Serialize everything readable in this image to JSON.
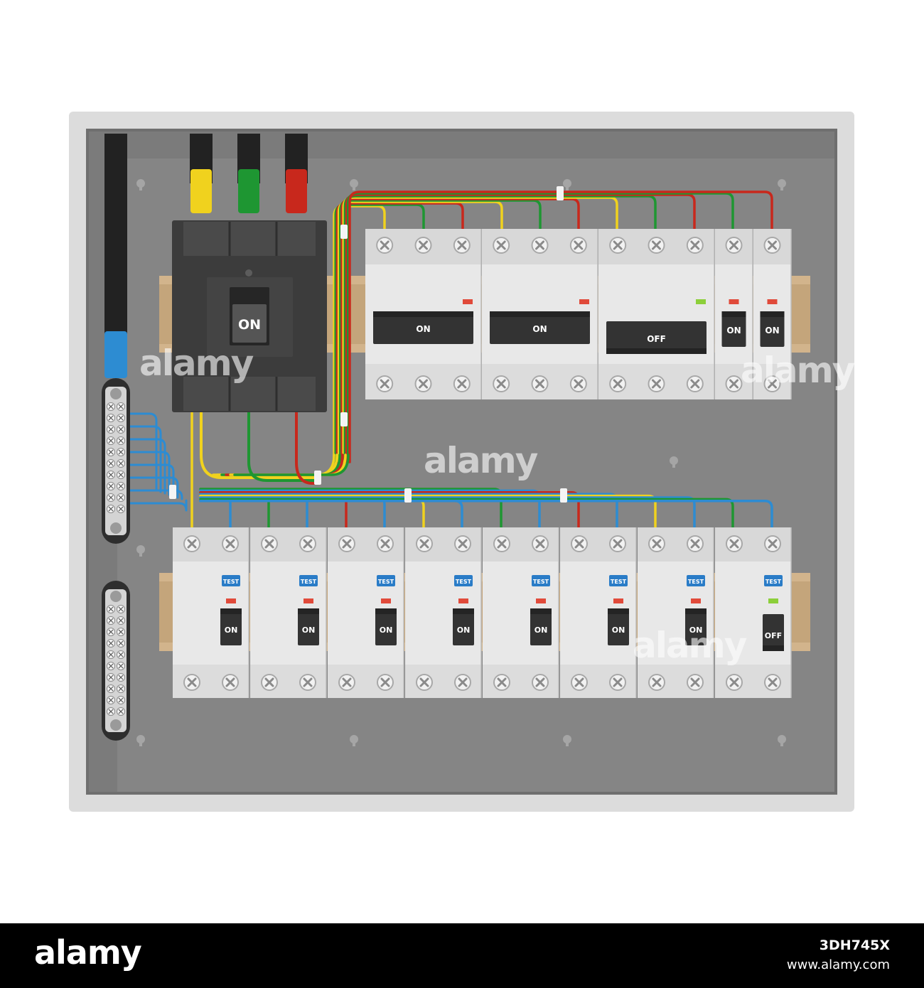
{
  "main_breaker": {
    "label": "ON"
  },
  "upper_row": [
    {
      "kind": "wide",
      "state": "ON"
    },
    {
      "kind": "wide",
      "state": "ON"
    },
    {
      "kind": "wide",
      "state": "OFF"
    },
    {
      "kind": "narrow",
      "state": "ON"
    },
    {
      "kind": "narrow",
      "state": "ON"
    }
  ],
  "lower_row": [
    {
      "test_label": "TEST",
      "state": "ON"
    },
    {
      "test_label": "TEST",
      "state": "ON"
    },
    {
      "test_label": "TEST",
      "state": "ON"
    },
    {
      "test_label": "TEST",
      "state": "ON"
    },
    {
      "test_label": "TEST",
      "state": "ON"
    },
    {
      "test_label": "TEST",
      "state": "ON"
    },
    {
      "test_label": "TEST",
      "state": "ON"
    },
    {
      "test_label": "TEST",
      "state": "OFF"
    }
  ],
  "watermark": {
    "text": "alamy"
  },
  "footer": {
    "logo": "alamy",
    "image_id": "3DH745X",
    "url": "www.alamy.com"
  },
  "colors": {
    "enclosure_frame": "#dcdcdc",
    "panel_back": "#858585",
    "breaker_body": "#e4e4e4",
    "breaker_handle": "#333333",
    "main_breaker": "#3c3c3c",
    "wire_red": "#c8281c",
    "wire_green": "#1e9632",
    "wire_yellow": "#f0d21e",
    "wire_blue": "#2d8cd2",
    "din_rail": "#d2b48c",
    "indicator_on": "#e04a3a",
    "indicator_off": "#8ccf3a",
    "test_button": "#2a7cc7"
  }
}
